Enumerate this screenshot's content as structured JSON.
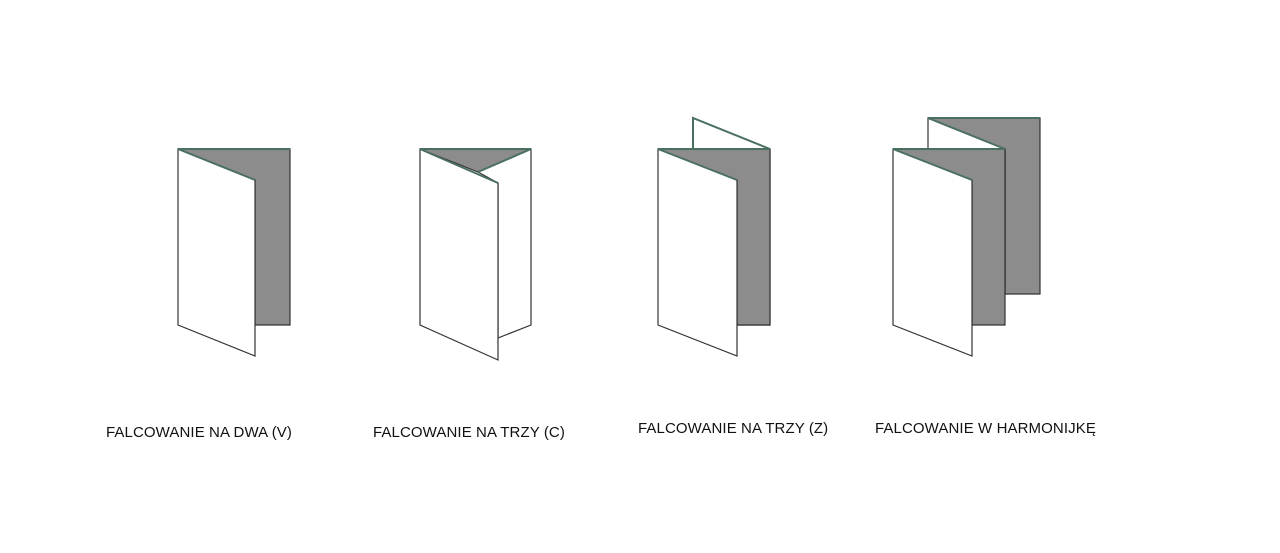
{
  "colors": {
    "panel_fill": "#ffffff",
    "back_fill": "#8c8c8c",
    "outline": "#333333",
    "fold_edge": "#4a7060",
    "background": "#ffffff"
  },
  "folds": [
    {
      "id": "v",
      "label": "FALCOWANIE NA DWA (V)"
    },
    {
      "id": "c",
      "label": "FALCOWANIE NA TRZY (C)"
    },
    {
      "id": "z",
      "label": "FALCOWANIE NA TRZY (Z)"
    },
    {
      "id": "harmonijka",
      "label": "FALCOWANIE W HARMONIJKĘ"
    }
  ]
}
